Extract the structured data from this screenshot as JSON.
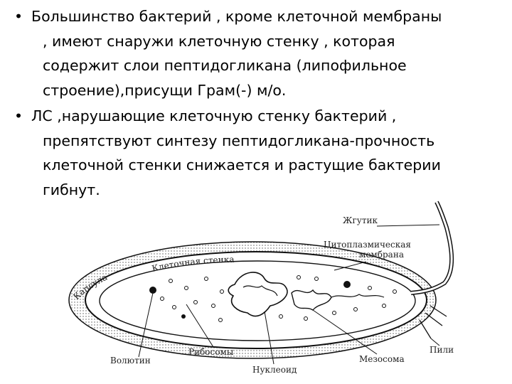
{
  "bullets": [
    {
      "marker": "•",
      "lines": [
        "Большинство бактерий , кроме клеточной мембраны",
        ", имеют снаружи клеточную стенку , которая",
        "содержит слои пептидогликана (липофильное",
        "строение),присущи  Грам(-) м/о."
      ]
    },
    {
      "marker": "•",
      "lines": [
        "ЛС ,нарушающие клеточную стенку бактерий ,",
        "препятствуют синтезу пептидогликана-прочность",
        "клеточной стенки снижается и растущие бактерии",
        "гибнут."
      ]
    }
  ],
  "figure": {
    "labels": {
      "flagellum": "Жгутик",
      "cytoplasmic_membrane_1": "Цитоплазмическая",
      "cytoplasmic_membrane_2": "мембрана",
      "cell_wall": "Клеточная стенка",
      "capsule": "Капсула",
      "volutin": "Волютин",
      "ribosomes": "Рибосомы",
      "nucleoid": "Нуклеоид",
      "mesosome": "Мезосома",
      "pili": "Пили"
    },
    "line_color": "#111111"
  }
}
